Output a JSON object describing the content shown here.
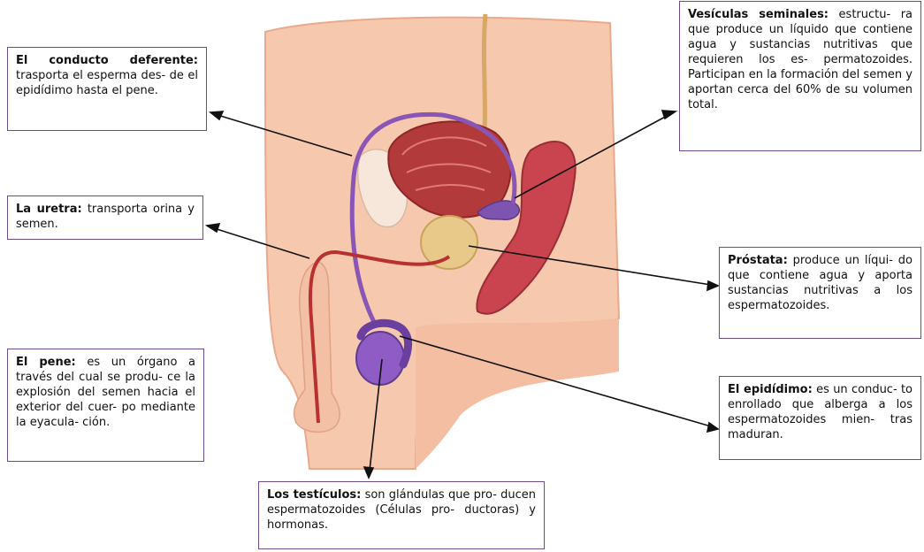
{
  "labels": {
    "deferente": {
      "term": "El conducto deferente:",
      "text": " trasporta el esperma des- de el epidídimo hasta el pene."
    },
    "uretra": {
      "term": "La uretra:",
      "text": " transporta orina y semen."
    },
    "pene": {
      "term": "El pene:",
      "text": " es un órgano a través del cual se produ- ce la explosión del semen hacia el exterior del cuer- po mediante la eyacula- ción."
    },
    "vesiculas": {
      "term": "Vesículas seminales:",
      "text": " estructu- ra que produce un líquido que contiene agua y sustancias nutritivas que requieren los es- permatozoides. Participan en la formación del semen y aportan cerca del 60% de su volumen total."
    },
    "prostata": {
      "term": "Próstata:",
      "text": " produce un líqui- do que contiene agua y aporta sustancias nutritivas a los espermatozoides."
    },
    "epididimo": {
      "term": "El epidídimo:",
      "text": " es un conduc- to enrollado que alberga a los espermatozoides mien- tras maduran."
    },
    "testiculos": {
      "term": "Los testículos:",
      "text": " son glándulas que pro- ducen espermatozoides (Células pro- ductoras) y hormonas."
    }
  },
  "colors": {
    "skin": "#f6c8ad",
    "skin_dark": "#e8a98c",
    "bladder": "#b33a3a",
    "conduct": "#8a56b5",
    "prostate": "#e9c98a",
    "rectum": "#c9444e",
    "border": "#6d4c8e"
  }
}
